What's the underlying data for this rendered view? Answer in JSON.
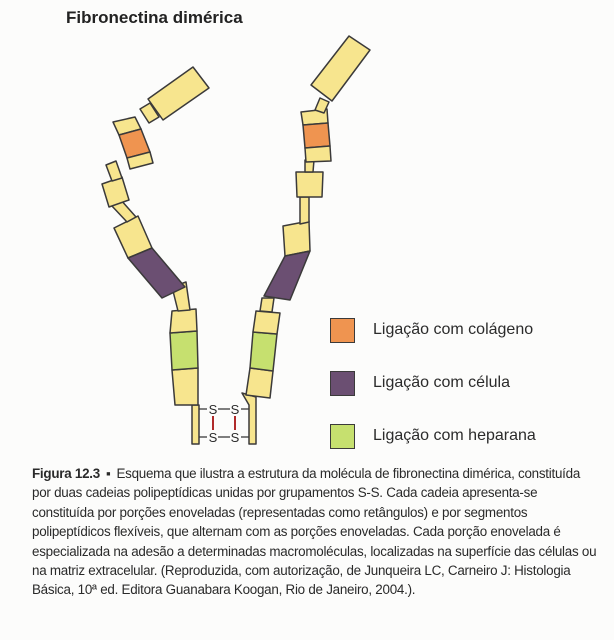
{
  "title": "Fibronectina dimérica",
  "diagram": {
    "bond_top": [
      "S",
      "S"
    ],
    "bond_bottom": [
      "S",
      "S"
    ]
  },
  "legend": [
    {
      "label": "Ligação com colágeno",
      "color": "#ef9450"
    },
    {
      "label": "Ligação com célula",
      "color": "#6b4f72"
    },
    {
      "label": "Ligação com heparana",
      "color": "#c6e06f"
    }
  ],
  "colors": {
    "globule": "#f7e58e",
    "outline": "#3b3a3a"
  },
  "caption": {
    "label": "Figura 12.3",
    "separator": "▪",
    "text": "Esquema que ilustra a estrutura da molécula de fibronectina dimérica, constituída por duas cadeias polipeptídicas unidas por grupamentos S-S. Cada cadeia apresenta-se constituída por porções enoveladas (representadas como retângulos) e por segmentos polipeptídicos flexíveis, que alternam com as porções enoveladas. Cada porção enovelada é especializada na adesão a determinadas macromoléculas, localizadas na superfície das células ou na matriz extracelular. (Reproduzida, com autorização, de Junqueira LC, Carneiro J: Histologia Básica, 10ª ed. Editora Guanabara Koogan, Rio de Janeiro, 2004.)."
  }
}
